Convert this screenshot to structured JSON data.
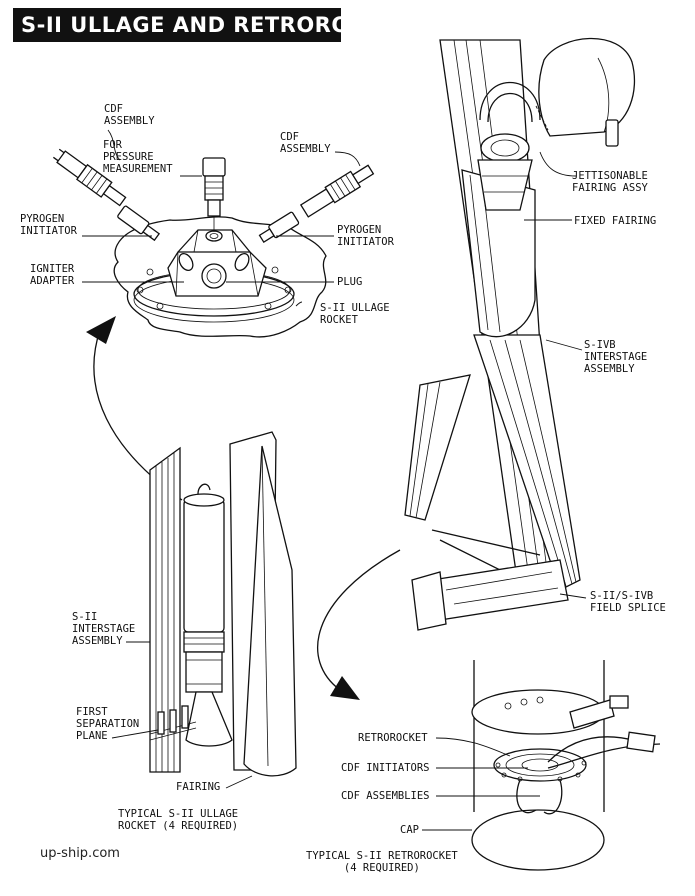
{
  "title": "S-II ULLAGE AND RETROROCKETS",
  "watermark": "up-ship.com",
  "labels": {
    "cdf_assembly_left": "CDF\nASSEMBLY",
    "for_pressure": "FOR\nPRESSURE\nMEASUREMENT",
    "cdf_assembly_right": "CDF\nASSEMBLY",
    "pyrogen_left": "PYROGEN\nINITIATOR",
    "pyrogen_right": "PYROGEN\nINITIATOR",
    "igniter_adapter": "IGNITER\nADAPTER",
    "plug": "PLUG",
    "sii_ullage_rocket": "S-II ULLAGE\nROCKET",
    "jettisonable_fairing": "JETTISONABLE\nFAIRING ASSY",
    "fixed_fairing": "FIXED FAIRING",
    "sivb_interstage": "S-IVB\nINTERSTAGE\nASSEMBLY",
    "field_splice": "S-II/S-IVB\nFIELD SPLICE",
    "sii_interstage": "S-II\nINTERSTAGE\nASSEMBLY",
    "first_separation": "FIRST\nSEPARATION\nPLANE",
    "fairing": "FAIRING",
    "retrorocket": "RETROROCKET",
    "cdf_initiators": "CDF INITIATORS",
    "cdf_assemblies": "CDF ASSEMBLIES",
    "cap": "CAP"
  },
  "captions": {
    "ullage": "TYPICAL S-II ULLAGE\nROCKET (4 REQUIRED)",
    "retro": "TYPICAL S-II RETROROCKET\n(4 REQUIRED)"
  }
}
